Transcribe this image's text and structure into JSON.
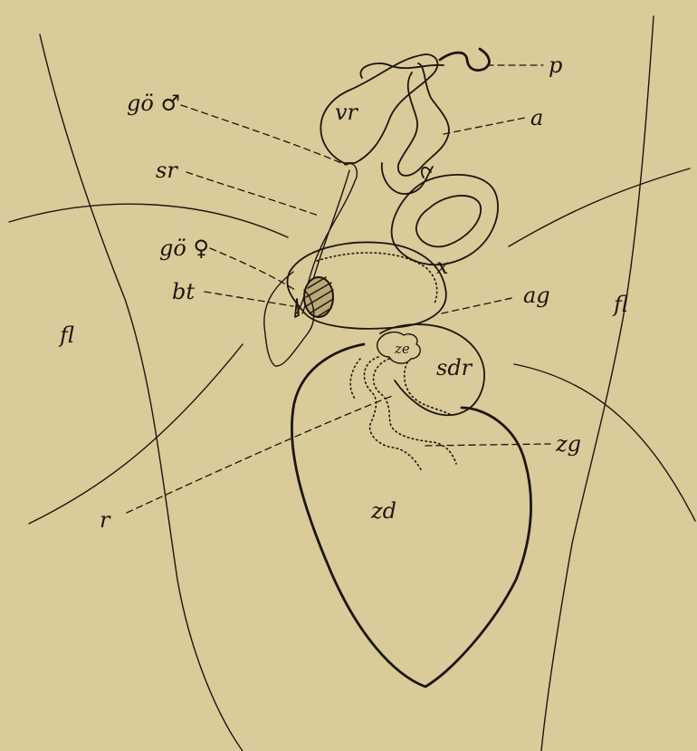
{
  "labels": {
    "p": "p",
    "go_male": "gö ♂",
    "a": "a",
    "vr": "vr",
    "sr": "sr",
    "go_female": "gö ♀",
    "x": "x",
    "bt": "bt",
    "ag": "ag",
    "fl_left": "fl",
    "fl_right": "fl",
    "ze": "ze",
    "sdr": "sdr",
    "zg": "zg",
    "r": "r",
    "zd": "zd"
  },
  "colors": {
    "paper": "#d9cb9a",
    "ink": "#1c160d"
  }
}
